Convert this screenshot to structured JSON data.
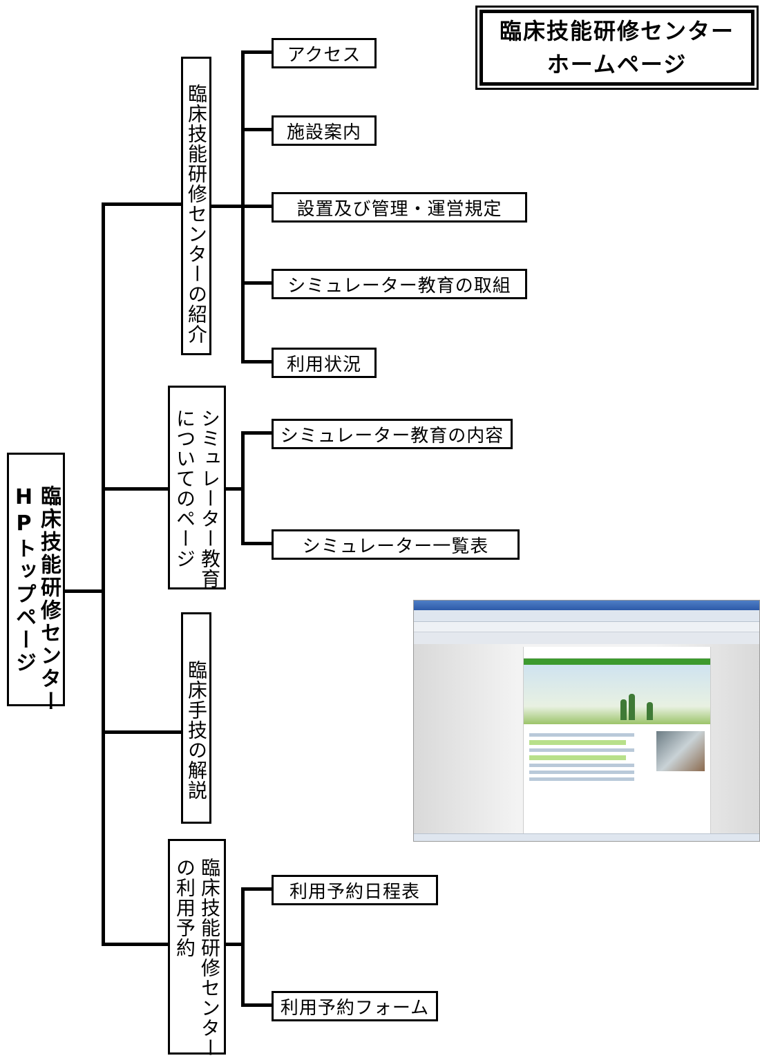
{
  "title": {
    "line1": "臨床技能研修センター",
    "line2": "ホームページ"
  },
  "root": {
    "col1": "臨床技能研修センター",
    "col2": "HPトップページ"
  },
  "sections": [
    {
      "col1": "臨床技能研修センターの紹介",
      "col2": "",
      "children": [
        "アクセス",
        "施設案内",
        "設置及び管理・運営規定",
        "シミュレーター教育の取組",
        "利用状況"
      ]
    },
    {
      "col1": "シミュレーター教育",
      "col2": "についてのページ",
      "children": [
        "シミュレーター教育の内容",
        "シミュレーター一覧表"
      ]
    },
    {
      "col1": "臨床手技の解説",
      "col2": "",
      "children": []
    },
    {
      "col1": "臨床技能研修センター",
      "col2": "の利用予約",
      "children": [
        "利用予約日程表",
        "利用予約フォーム"
      ]
    }
  ],
  "colors": {
    "lines": "#000000",
    "site_nav": "#3c9a2e"
  }
}
